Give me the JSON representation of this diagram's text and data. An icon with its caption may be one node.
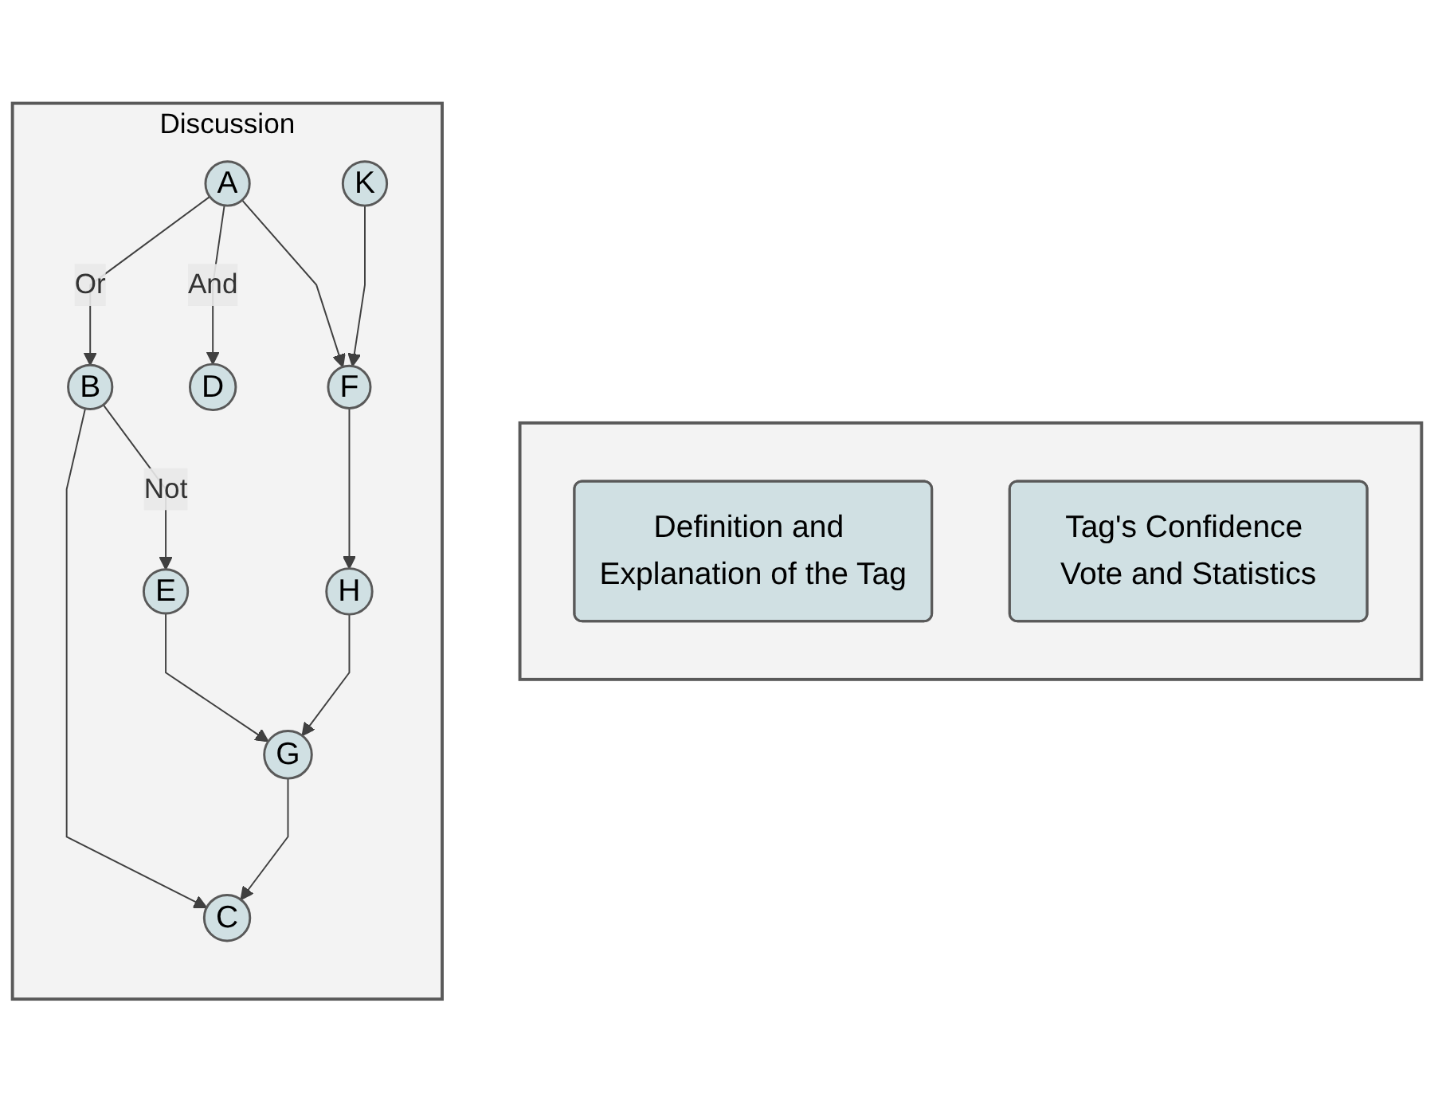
{
  "diagram": {
    "nodes": [
      {
        "text": [],
        "shape": "box"
      },
      {
        "text": [
          "Definition and Explanation of the Tag"
        ],
        "in": 0
      },
      {
        "text": [
          "Tag's Confidence Vote and Statistics"
        ],
        "in": 0
      },
      {
        "text": [
          "Discussion"
        ]
      },
      {
        "text": [
          "A"
        ],
        "in": 3
      },
      {
        "text": [
          "B"
        ],
        "in": 3
      },
      {
        "text": [
          "D"
        ],
        "in": 3
      },
      {
        "text": [
          "C"
        ],
        "in": 3
      },
      {
        "text": [
          "E"
        ],
        "in": 3
      },
      {
        "text": [
          "F"
        ],
        "in": 3
      },
      {
        "text": [
          "G"
        ],
        "in": 3
      },
      {
        "text": [
          "K"
        ],
        "in": 3
      },
      {
        "text": [
          "H"
        ],
        "in": 3
      }
    ],
    "edges": [
      {
        "from": 4,
        "to": 5,
        "arrow": "to",
        "label": "Or"
      },
      {
        "from": 4,
        "to": 6,
        "arrow": "to",
        "label": "And"
      },
      {
        "from": 4,
        "to": 9,
        "arrow": "to"
      },
      {
        "from": 5,
        "to": 7,
        "arrow": "to"
      },
      {
        "from": 5,
        "to": 8,
        "arrow": "to",
        "label": "Not"
      },
      {
        "from": 8,
        "to": 10,
        "arrow": "to"
      },
      {
        "from": 10,
        "to": 7,
        "arrow": "to"
      },
      {
        "from": 9,
        "to": 12,
        "arrow": "to"
      },
      {
        "from": 12,
        "to": 10,
        "arrow": "to"
      },
      {
        "from": 11,
        "to": 9,
        "arrow": "to"
      }
    ]
  }
}
